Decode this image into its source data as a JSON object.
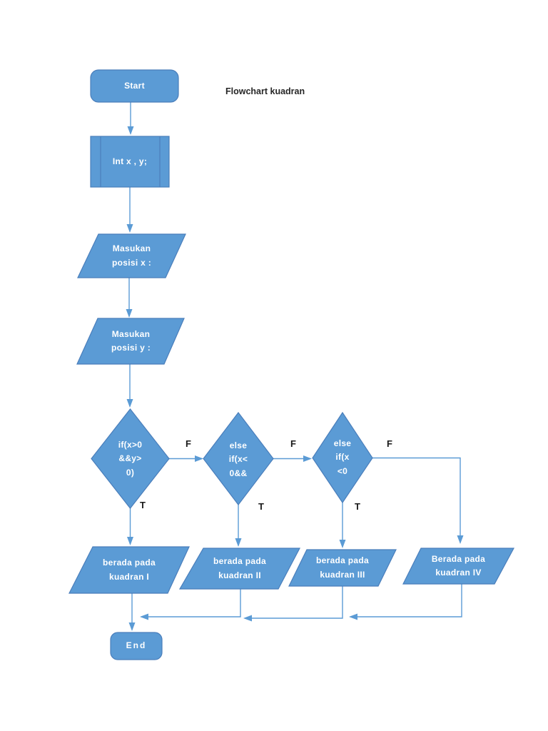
{
  "page": {
    "title": "Flowchart kuadran"
  },
  "colors": {
    "node_fill": "#5b9bd5",
    "node_border": "#4a7ebb",
    "line_color": "#5b9bd5",
    "node_label_color": "#ffffff",
    "title_color": "#262626",
    "edge_label_color": "#1a1a1a"
  },
  "nodes": {
    "start": {
      "label": "Start"
    },
    "init": {
      "label": "Int x , y;"
    },
    "input_x": {
      "label": "Masukan\nposisi x :"
    },
    "input_y": {
      "label": "Masukan\nposisi y :"
    },
    "decision1": {
      "label": "if(x>0\n&&y>\n0)"
    },
    "decision2": {
      "label": "else\nif(x<\n0&&"
    },
    "decision3": {
      "label": "else\nif(x\n<0"
    },
    "quadrant1": {
      "label": "berada pada\nkuadran I"
    },
    "quadrant2": {
      "label": "berada pada\nkuadran II"
    },
    "quadrant3": {
      "label": "berada pada\nkuadran III"
    },
    "quadrant4": {
      "label": "Berada pada\nkuadran IV"
    },
    "end": {
      "label": "End"
    }
  },
  "edge_labels": {
    "decision1_false": "F",
    "decision1_true": "T",
    "decision2_false": "F",
    "decision2_true": "T",
    "decision3_false": "F",
    "decision3_true": "T"
  }
}
